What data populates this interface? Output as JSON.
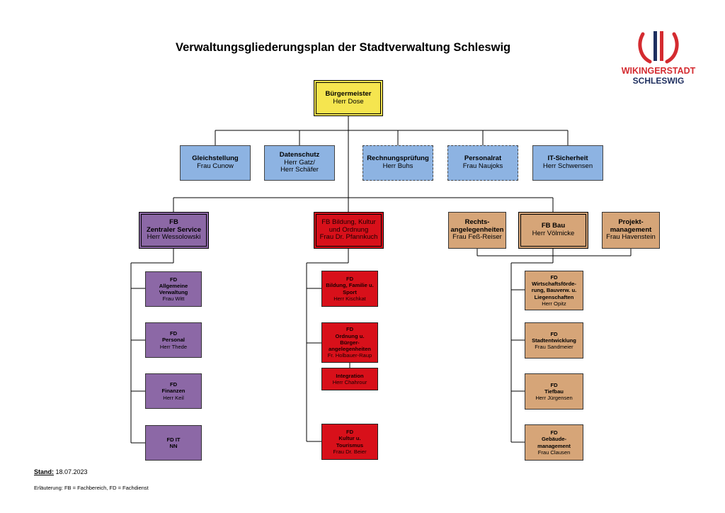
{
  "header": {
    "title": "Verwaltungsgliederungsplan der Stadtverwaltung Schleswig"
  },
  "logo": {
    "line1": "WIKINGERSTADT",
    "line2": "SCHLESWIG",
    "colors": {
      "red": "#d42b30",
      "navy": "#1f2f5f"
    }
  },
  "colors": {
    "yellow": "#f5e54f",
    "blue": "#8db3e2",
    "purple": "#8c68a6",
    "red": "#d8101a",
    "tan": "#d6a578",
    "lines": "#000000"
  },
  "boxes": {
    "mayor": {
      "title": "Bürgermeister",
      "person": "Herr Dose"
    },
    "staff": [
      {
        "title": "Gleichstellung",
        "lines": [
          "Frau Cunow"
        ]
      },
      {
        "title": "Datenschutz",
        "lines": [
          "Herr Gatz/",
          "Herr Schäfer"
        ]
      },
      {
        "title": "Rechnungsprüfung",
        "lines": [
          "Herr Buhs"
        ]
      },
      {
        "title": "Personalrat",
        "lines": [
          "Frau Naujoks"
        ]
      },
      {
        "title": "IT-Sicherheit",
        "lines": [
          "Herr Schwensen"
        ]
      }
    ],
    "fb": [
      {
        "lines": [
          "FB",
          "Zentraler Service",
          "Herr Wessolowski"
        ]
      },
      {
        "lines": [
          "FB Bildung, Kultur",
          "und Ordnung",
          "Frau Dr. Pfannkuch"
        ]
      },
      {
        "lines": [
          "Rechts-",
          "angelegenheiten",
          "Frau Feß-Reiser"
        ]
      },
      {
        "lines": [
          "FB Bau",
          "Herr Völmicke"
        ]
      },
      {
        "lines": [
          "Projekt-",
          "management",
          "Frau Havenstein"
        ]
      }
    ],
    "fd_zentral": [
      {
        "lines": [
          "FD",
          "Allgemeine",
          "Verwaltung",
          "Frau Witt"
        ]
      },
      {
        "lines": [
          "FD",
          "Personal",
          "Herr Thede"
        ]
      },
      {
        "lines": [
          "FD",
          "Finanzen",
          "Herr Keil"
        ]
      },
      {
        "lines": [
          "FD IT",
          "NN"
        ]
      }
    ],
    "fd_bildung": [
      {
        "lines": [
          "FD",
          "Bildung, Familie u.",
          "Sport",
          "Herr Kischkat"
        ]
      },
      {
        "lines": [
          "FD",
          "Ordnung u.",
          "Bürger-",
          "angelegenheiten",
          "Fr. Holbauer-Raup"
        ]
      },
      {
        "lines": [
          "Integration",
          "Herr Chahrour"
        ]
      },
      {
        "lines": [
          "FD",
          "Kultur u.",
          "Tourismus",
          "Frau Dr. Beier"
        ]
      }
    ],
    "fd_bau": [
      {
        "lines": [
          "FD",
          "Wirtschaftsförde-",
          "rung, Bauverw. u.",
          "Liegenschaften",
          "Herr Opitz"
        ]
      },
      {
        "lines": [
          "FD",
          "Stadtentwicklung",
          "Frau Sandmeier"
        ]
      },
      {
        "lines": [
          "FD",
          "Tiefbau",
          "Herr Jürgensen"
        ]
      },
      {
        "lines": [
          "FD",
          "Gebäude-",
          "management",
          "Frau Clausen"
        ]
      }
    ]
  },
  "footer": {
    "stand_label": "Stand:",
    "stand_value": "18.07.2023",
    "legend": "Erläuterung: FB = Fachbereich, FD = Fachdienst"
  }
}
